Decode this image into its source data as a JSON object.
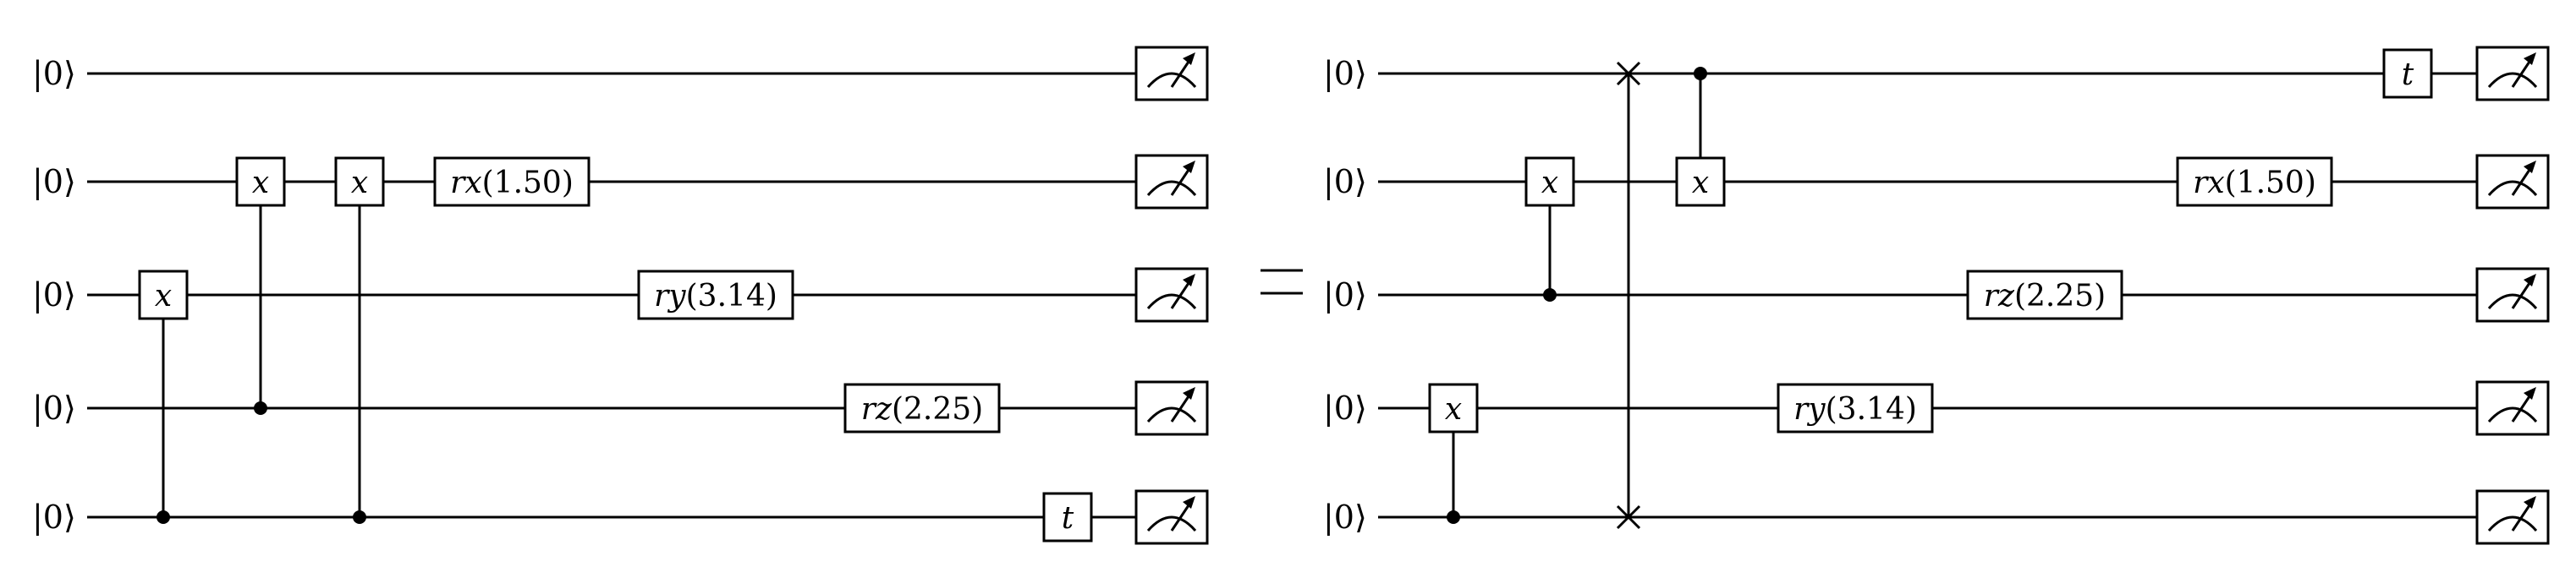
{
  "ket_label": "|0⟩",
  "equals_sign": "=",
  "left_circuit": {
    "wires": [
      "|0⟩",
      "|0⟩",
      "|0⟩",
      "|0⟩",
      "|0⟩"
    ],
    "gates": [
      {
        "type": "controlled",
        "label": "x",
        "target": 2,
        "control": 4
      },
      {
        "type": "controlled",
        "label": "x",
        "target": 1,
        "control": 3
      },
      {
        "type": "controlled",
        "label": "x",
        "target": 1,
        "control": 4
      },
      {
        "type": "single",
        "label": "rx(1.50)",
        "target": 1
      },
      {
        "type": "single",
        "label": "ry(3.14)",
        "target": 2
      },
      {
        "type": "single",
        "label": "rz(2.25)",
        "target": 3
      },
      {
        "type": "single",
        "label": "t",
        "target": 4
      }
    ],
    "measurements": [
      0,
      1,
      2,
      3,
      4
    ]
  },
  "right_circuit": {
    "wires": [
      "|0⟩",
      "|0⟩",
      "|0⟩",
      "|0⟩",
      "|0⟩"
    ],
    "gates": [
      {
        "type": "controlled",
        "label": "x",
        "target": 3,
        "control": 4
      },
      {
        "type": "controlled",
        "label": "x",
        "target": 1,
        "control": 2
      },
      {
        "type": "swap",
        "wires": [
          0,
          4
        ]
      },
      {
        "type": "controlled",
        "label": "x",
        "target": 1,
        "control": 0
      },
      {
        "type": "single",
        "label": "ry(3.14)",
        "target": 3
      },
      {
        "type": "single",
        "label": "rz(2.25)",
        "target": 2
      },
      {
        "type": "single",
        "label": "rx(1.50)",
        "target": 1
      },
      {
        "type": "single",
        "label": "t",
        "target": 0
      }
    ],
    "measurements": [
      0,
      1,
      2,
      3,
      4
    ]
  }
}
